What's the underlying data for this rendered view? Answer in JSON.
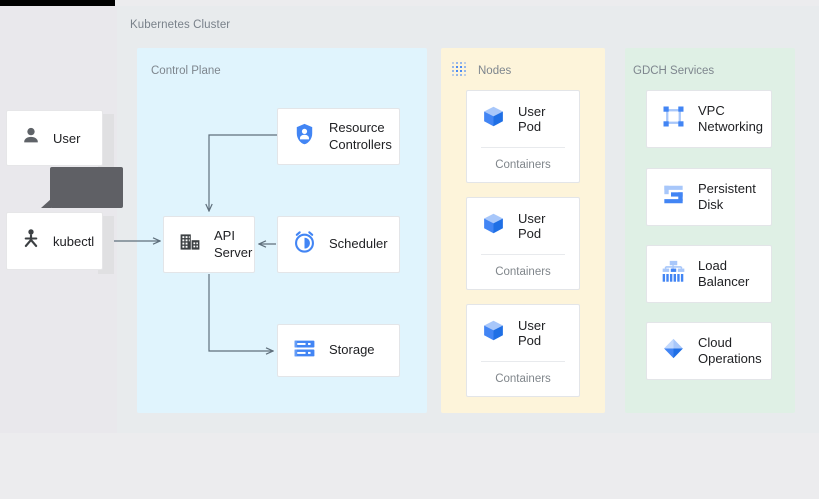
{
  "page": {
    "background_color": "#ececee",
    "cluster_panel_color": "#e8ebed",
    "left_panel_color": "#e9e8ec"
  },
  "cluster": {
    "title": "Kubernetes Cluster"
  },
  "actors": [
    {
      "id": "user",
      "label": "User",
      "icon": "person-icon",
      "icon_color": "#5f6368"
    },
    {
      "id": "kubectl",
      "label": "kubectl",
      "icon": "kubectl-icon",
      "icon_color": "#3c4043"
    }
  ],
  "tooltip": {
    "text": "",
    "color": "#5f6065"
  },
  "columns": [
    {
      "id": "control-plane",
      "label": "Control Plane",
      "color": "#e0f4fd",
      "icon": null
    },
    {
      "id": "nodes",
      "label": "Nodes",
      "color": "#fdf4da",
      "icon": "node-grid-icon",
      "icon_color": "#4285f4"
    },
    {
      "id": "gdch-services",
      "label": "GDCH Services",
      "color": "#dff0e5",
      "icon": null
    }
  ],
  "control_plane_nodes": [
    {
      "id": "resource-controllers",
      "label": "Resource\nControllers",
      "icon": "shield-person-icon",
      "icon_color": "#4285f4"
    },
    {
      "id": "api-server",
      "label": "API\nServer",
      "icon": "building-icon",
      "icon_color": "#3c4043"
    },
    {
      "id": "scheduler",
      "label": "Scheduler",
      "icon": "alarm-clock-icon",
      "icon_color": "#4285f4"
    },
    {
      "id": "storage",
      "label": "Storage",
      "icon": "server-rack-icon",
      "icon_color": "#4285f4"
    }
  ],
  "pods": [
    {
      "id": "pod-1",
      "label": "User Pod",
      "sublabel": "Containers",
      "icon": "cube-icon",
      "icon_color": "#4285f4"
    },
    {
      "id": "pod-2",
      "label": "User Pod",
      "sublabel": "Containers",
      "icon": "cube-icon",
      "icon_color": "#4285f4"
    },
    {
      "id": "pod-3",
      "label": "User Pod",
      "sublabel": "Containers",
      "icon": "cube-icon",
      "icon_color": "#4285f4"
    }
  ],
  "services": [
    {
      "id": "vpc-networking",
      "label": "VPC\nNetworking",
      "icon": "vpc-network-icon",
      "icon_color": "#4285f4"
    },
    {
      "id": "persistent-disk",
      "label": "Persistent\nDisk",
      "icon": "persistent-disk-icon",
      "icon_color": "#4285f4"
    },
    {
      "id": "load-balancer",
      "label": "Load\nBalancer",
      "icon": "load-balancer-icon",
      "icon_color": "#4285f4"
    },
    {
      "id": "cloud-operations",
      "label": "Cloud\nOperations",
      "icon": "cloud-ops-icon",
      "icon_color": "#4285f4"
    }
  ],
  "connections": [
    {
      "id": "kubectl-to-api-server",
      "from": "kubectl",
      "to": "api-server"
    },
    {
      "id": "resource-controllers-to-api",
      "from": "resource-controllers",
      "to": "api-server"
    },
    {
      "id": "scheduler-to-api-server",
      "from": "scheduler",
      "to": "api-server"
    },
    {
      "id": "api-server-to-storage",
      "from": "api-server",
      "to": "storage"
    }
  ],
  "connector_color": "#5f6f7c"
}
